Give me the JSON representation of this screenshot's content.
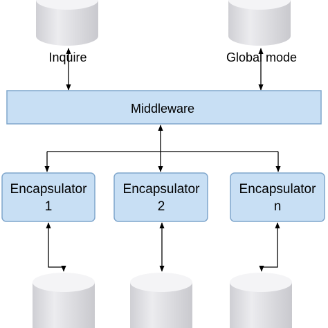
{
  "labels": {
    "inquire": "Inquire",
    "global_mode": "Global mode"
  },
  "middleware": {
    "label": "Middleware"
  },
  "encapsulators": [
    {
      "line1": "Encapsulator",
      "line2": "1"
    },
    {
      "line1": "Encapsulator",
      "line2": "2"
    },
    {
      "line1": "Encapsulator",
      "line2": "n"
    }
  ],
  "colors": {
    "box_fill": "#c8dff4",
    "box_stroke": "#7fa6cc",
    "cylinder_top": "#f6f6f8",
    "cylinder_body": "#dcdce0",
    "arrow": "#000000"
  }
}
